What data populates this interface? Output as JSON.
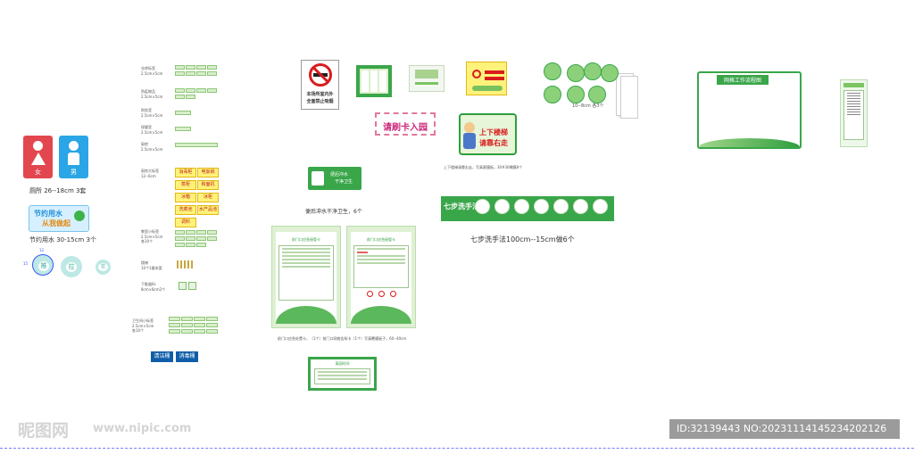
{
  "toilet": {
    "female": "女",
    "male": "男",
    "caption": "厕所 26--18cm  3套"
  },
  "water": {
    "line1": "节约用水",
    "line2": "从我做起",
    "caption": "节约用水 30-15cm 3个"
  },
  "pushpull": {
    "push": "推",
    "pull": "拉",
    "pull2": "拉",
    "dim_w": "12",
    "dim_h": "15"
  },
  "label_groups": [
    {
      "name": "仓库标签",
      "size": "2.5cm×5cm"
    },
    {
      "name": "防疫物品",
      "size": "2.5cm×5cm"
    },
    {
      "name": "财务室",
      "size": "2.5cm×5cm"
    },
    {
      "name": "保健室",
      "size": "2.5cm×5cm"
    },
    {
      "name": "厨房",
      "size": "2.5cm×5cm"
    }
  ],
  "kitchen_big": {
    "name": "厨房大标签",
    "size": "12--6cm",
    "tags": [
      "消毒柜",
      "电饭锅",
      "蒸柜",
      "和面机",
      "冰箱",
      "冰柜",
      "洗菜池",
      "水产品池",
      "调料"
    ]
  },
  "classroom": {
    "name": "教室小标签",
    "size": "2.5cm×5cm",
    "count": "各10个"
  },
  "stairs": {
    "name": "楼梯",
    "size": "10个1厘米宽"
  },
  "slots": {
    "name": "下脏器6s",
    "size": "8cm×8cm2个"
  },
  "wc_small": {
    "name": "卫生间小标签",
    "size": "2.5cm×5cm",
    "count": "各10个"
  },
  "blue_tags": {
    "a": "清洁桶",
    "b": "消毒桶"
  },
  "no_smoking": {
    "line1": "本场所室内外",
    "line2": "全面禁止吸烟"
  },
  "swipe_card": {
    "text": "请刷卡入园"
  },
  "upstairs": {
    "line1": "上下楼梯",
    "line2": "请靠右走",
    "caption": "上下楼梯请靠右走，写真裹膜板，30#30裸膜8个"
  },
  "flush": {
    "text1": "便后冲水",
    "text2": "干净卫生",
    "caption": "便后冲水干净卫生，6个"
  },
  "door_cards": {
    "title": "前门口应急接管卡",
    "title2": "前门口应急接管卡",
    "caption": "前门口应急处置卡，（1个）前门口网络告知卡（1个）写真覆膜板子，60--40cm"
  },
  "handwash": {
    "title": "七步洗手法",
    "caption": "七步洗手法100cm--15cm做6个"
  },
  "circles": {
    "caption": "10--8cm  各3个"
  },
  "board": {
    "title": "网格工作流程图"
  },
  "schedule": {
    "title": "离园时间"
  },
  "watermark": {
    "left": "昵图网",
    "url": "www.nipic.com",
    "id": "ID:32139443 NO:20231114145234202126"
  },
  "colors": {
    "green": "#2e9f3c",
    "red": "#e2474f",
    "blue": "#2aa5e6",
    "navy": "#0f5da8"
  }
}
